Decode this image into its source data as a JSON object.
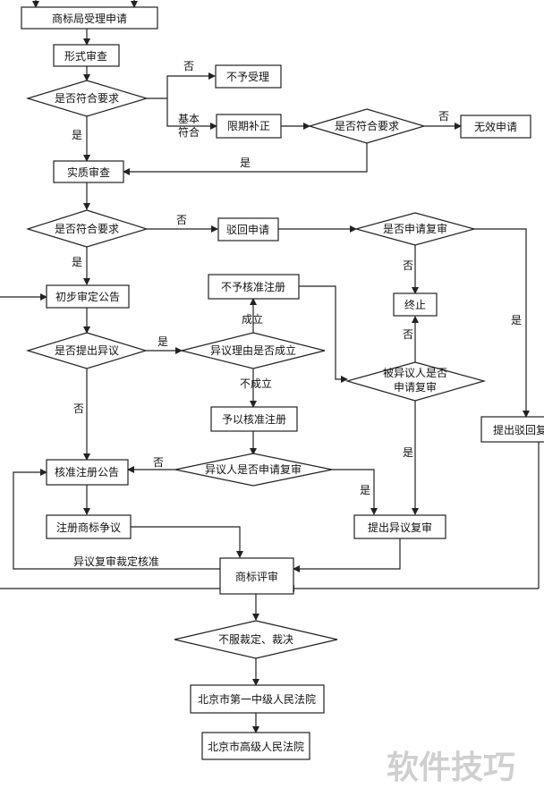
{
  "nodes": {
    "trademark_office_accept": "商标局受理申请",
    "formal_exam": "形式审查",
    "check_requirements_1": "是否符合要求",
    "not_accept": "不予受理",
    "correct_within_deadline": "限期补正",
    "check_requirements_2": "是否符合要求",
    "invalid_application": "无效申请",
    "substantive_exam": "实质审查",
    "check_requirements_3": "是否符合要求",
    "reject_application": "驳回申请",
    "apply_review_q": "是否申请复审",
    "preliminary_announcement": "初步审定公告",
    "not_approve_registration": "不予核准注册",
    "terminate": "终止",
    "opposition_q": "是否提出异议",
    "opposition_valid_q": "异议理由是否成立",
    "opposed_apply_review_q": "被异议人是否申请复审",
    "submit_reject_review": "提出驳回复审",
    "approve_registration": "予以核准注册",
    "registration_announcement": "核准注册公告",
    "opponent_apply_review_q": "异议人是否申请复审",
    "registered_trademark_dispute": "注册商标争议",
    "submit_opposition_review": "提出异议复审",
    "trademark_review": "商标评审",
    "disagree_ruling": "不服裁定、裁决",
    "beijing_first_court": "北京市第一中级人民法院",
    "beijing_high_court": "北京市高级人民法院"
  },
  "labels": {
    "no": "否",
    "yes": "是",
    "basically_meets_1": "基本",
    "basically_meets_2": "符合",
    "established": "成立",
    "not_established": "不成立",
    "opposition_review_ruling": "异议复审裁定核准"
  },
  "watermark": "软件技巧"
}
